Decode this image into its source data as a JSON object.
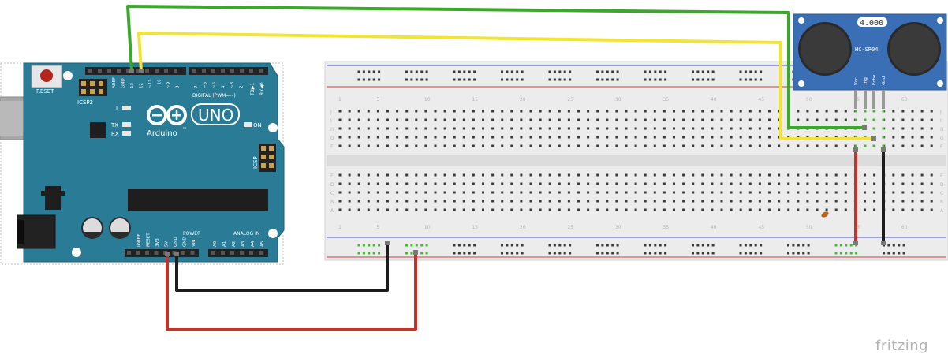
{
  "arduino": {
    "reset_label": "RESET",
    "icsp2_label": "ICSP2",
    "icsp_label": "ICSP",
    "l_label": "L",
    "tx_label": "TX",
    "rx_label": "RX",
    "on_label": "ON",
    "uno_label": "UNO",
    "brand_label": "Arduino",
    "brand_tm": "™",
    "digital_label": "DIGITAL (PWM=~)",
    "tx_pin_label": "TX▶1",
    "rx_pin_label": "RX◀0",
    "digital_pins": [
      "AREF",
      "GND",
      "13",
      "12",
      "~11",
      "~10",
      "~9",
      "8",
      "7",
      "~6",
      "~5",
      "4",
      "~3",
      "2"
    ],
    "power_label": "POWER",
    "power_pins": [
      "IOREF",
      "RESET",
      "3V3",
      "5V",
      "GND",
      "GND",
      "VIN"
    ],
    "analog_label": "ANALOG IN",
    "analog_pins": [
      "A0",
      "A1",
      "A2",
      "A3",
      "A4",
      "A5"
    ]
  },
  "sensor": {
    "display": "4.000",
    "model": "HC-SR04",
    "pins": [
      "Vcc",
      "Trig",
      "Echo",
      "Gnd"
    ]
  },
  "breadboard": {
    "column_numbers": [
      "1",
      "5",
      "10",
      "15",
      "20",
      "25",
      "30",
      "35",
      "40",
      "45",
      "50",
      "55",
      "60"
    ],
    "top_rows": [
      "J",
      "I",
      "H",
      "G",
      "F"
    ],
    "bottom_rows": [
      "E",
      "D",
      "C",
      "B",
      "A"
    ]
  },
  "wires": [
    {
      "name": "green-signal-wire",
      "color": "#3aa829"
    },
    {
      "name": "yellow-signal-wire",
      "color": "#f2e437"
    },
    {
      "name": "red-power-wire",
      "color": "#c8312a"
    },
    {
      "name": "black-ground-wire",
      "color": "#1d1d1d"
    }
  ],
  "footer": {
    "logo": "fritzing"
  }
}
